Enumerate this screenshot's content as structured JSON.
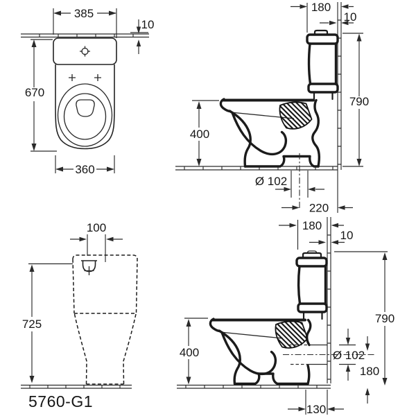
{
  "model_number": "5760-G1",
  "views": {
    "top_view": {
      "tank_width_mm": "385",
      "wall_gap_mm": "10",
      "depth_mm": "670",
      "bowl_width_mm": "360"
    },
    "side_view_floor_outlet": {
      "tank_depth_mm": "180",
      "wall_gap_mm": "10",
      "height_mm": "790",
      "rim_height_mm": "400",
      "outlet_diameter": "Ø 102",
      "outlet_center_from_wall_mm": "220"
    },
    "front_view": {
      "inlet_width_mm": "100",
      "tank_height_mm": "725"
    },
    "side_view_wall_outlet": {
      "tank_depth_mm": "180",
      "wall_gap_mm": "10",
      "height_mm": "790",
      "rim_height_mm": "400",
      "outlet_diameter": "Ø 102",
      "outlet_center_height_mm": "180",
      "rear_clearance_mm": "130"
    }
  }
}
